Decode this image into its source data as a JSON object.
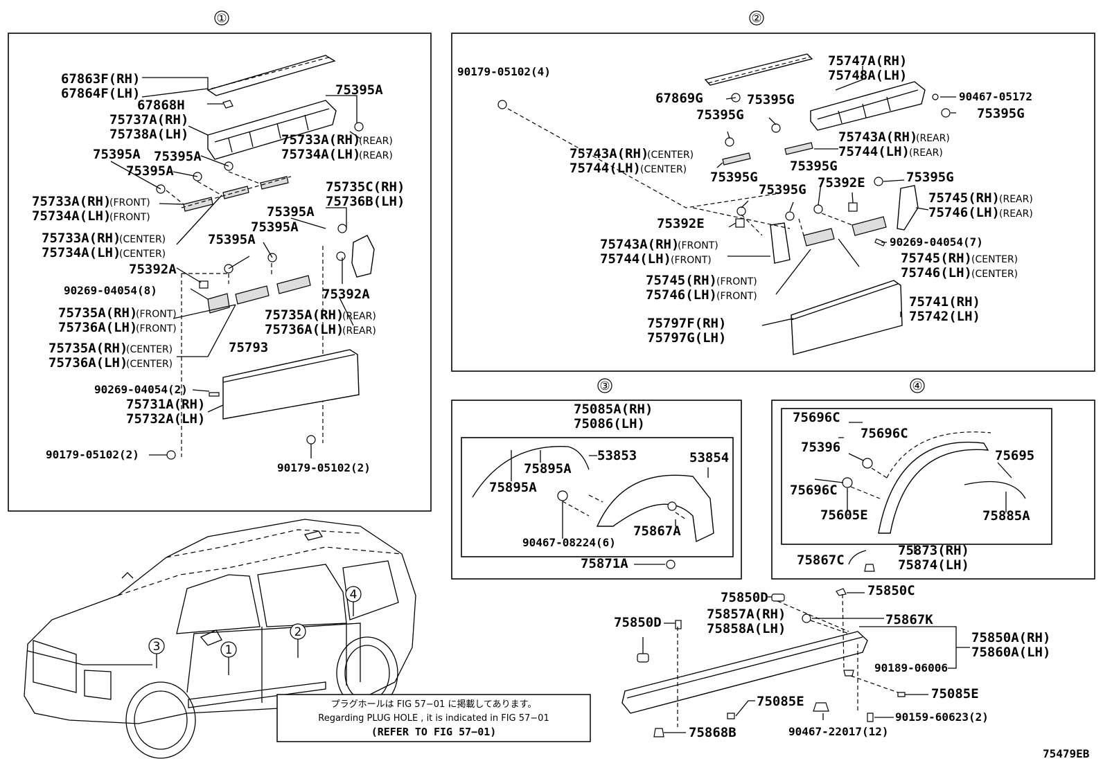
{
  "diagram_id": "75479EB",
  "sections": {
    "s1": "①",
    "s2": "②",
    "s3": "③",
    "s4": "④"
  },
  "car_markers": {
    "m1": "1",
    "m2": "2",
    "m3": "3",
    "m4": "4"
  },
  "note": {
    "jp": "プラグホールは FIG 57−01 に掲載してあります。",
    "en": "Regarding  PLUG  HOLE , it is indicated in  FIG  57−01",
    "ref": "(REFER  TO  FIG  57−01)"
  },
  "labels1": {
    "a": "67863F(RH)",
    "b": "67864F(LH)",
    "c": "67868H",
    "d": "75395A",
    "e": "75737A(RH)",
    "f": "75738A(LH)",
    "g": "75733A(RH)",
    "g2": "(REAR)",
    "h": "75734A(LH)",
    "h2": "(REAR)",
    "i": "75395A",
    "j": "75395A",
    "k": "75395A",
    "l": "75733A(RH)",
    "l2": "(FRONT)",
    "m": "75734A(LH)",
    "m2": "(FRONT)",
    "n": "75735C(RH)",
    "o": "75736B(LH)",
    "p": "75395A",
    "q": "75395A",
    "r": "75733A(RH)",
    "r2": "(CENTER)",
    "s": "75734A(LH)",
    "s2": "(CENTER)",
    "t": "75395A",
    "u": "75392A",
    "v": "90269-04054(8)",
    "w": "75392A",
    "x": "75735A(RH)",
    "x2": "(FRONT)",
    "y": "75736A(LH)",
    "y2": "(FRONT)",
    "z": "75735A(RH)",
    "z2": "(REAR)",
    "aa": "75736A(LH)",
    "aa2": "(REAR)",
    "ab": "75735A(RH)",
    "ab2": "(CENTER)",
    "ac": "75736A(LH)",
    "ac2": "(CENTER)",
    "ad": "75793",
    "ae": "90269-04054(2)",
    "af": "75731A(RH)",
    "ag": "75732A(LH)",
    "ah": "90179-05102(2)",
    "ai": "90179-05102(2)"
  },
  "labels2": {
    "a": "90179-05102(4)",
    "b": "75747A(RH)",
    "c": "75748A(LH)",
    "d": "67869G",
    "e": "75395G",
    "f": "90467-05172",
    "g": "75395G",
    "h": "75395G",
    "i": "75743A(RH)",
    "i2": "(REAR)",
    "j": "75744(LH)",
    "j2": "(REAR)",
    "k": "75743A(RH)",
    "k2": "(CENTER)",
    "l": "75744(LH)",
    "l2": "(CENTER)",
    "m": "75395G",
    "n": "75395G",
    "o": "75395G",
    "p": "75392E",
    "q": "75395G",
    "r": "75745(RH)",
    "r2": "(REAR)",
    "s": "75746(LH)",
    "s2": "(REAR)",
    "t": "75392E",
    "u": "90269-04054(7)",
    "v": "75743A(RH)",
    "v2": "(FRONT)",
    "w": "75744(LH)",
    "w2": "(FRONT)",
    "x": "75745(RH)",
    "x2": "(CENTER)",
    "y": "75746(LH)",
    "y2": "(CENTER)",
    "z": "75745(RH)",
    "z2": "(FRONT)",
    "aa": "75746(LH)",
    "aa2": "(FRONT)",
    "ab": "75741(RH)",
    "ac": "75742(LH)",
    "ad": "75797F(RH)",
    "ae": "75797G(LH)"
  },
  "labels3": {
    "a": "75085A(RH)",
    "b": "75086(LH)",
    "c": "53853",
    "d": "75895A",
    "e": "53854",
    "f": "75895A",
    "g": "75867A",
    "h": "90467-08224(6)",
    "i": "75871A"
  },
  "labels4": {
    "a": "75696C",
    "b": "75696C",
    "c": "75396",
    "d": "75695",
    "e": "75696C",
    "f": "75605E",
    "g": "75885A",
    "h": "75867C",
    "i": "75873(RH)",
    "j": "75874(LH)"
  },
  "labels5": {
    "a": "75850D",
    "b": "75850C",
    "c": "75850D",
    "d": "75857A(RH)",
    "e": "75858A(LH)",
    "f": "75867K",
    "g": "75850A(RH)",
    "h": "75860A(LH)",
    "i": "90189-06006",
    "j": "75085E",
    "k": "75085E",
    "l": "90159-60623(2)",
    "m": "75868B",
    "n": "90467-22017(12)"
  }
}
